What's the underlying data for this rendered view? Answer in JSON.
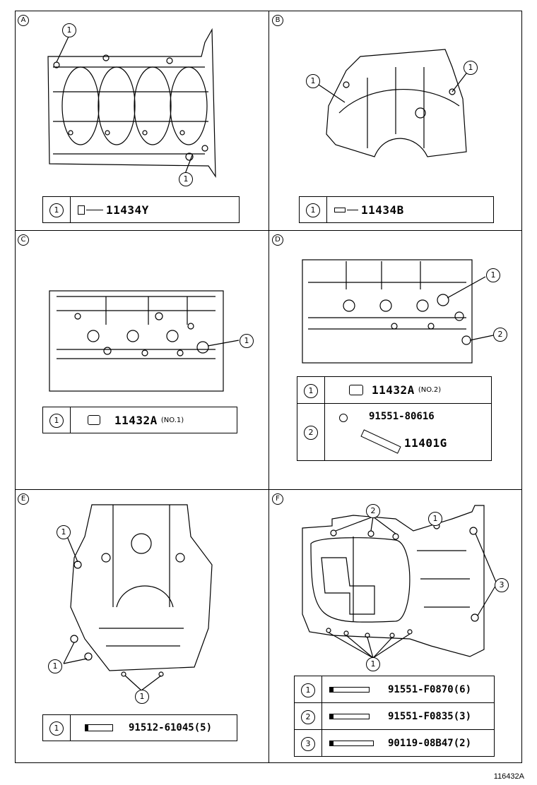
{
  "figure_id": "116432A",
  "panels": [
    {
      "letter": "A",
      "callouts": [
        "1",
        "1"
      ],
      "rows": [
        {
          "num": "1",
          "part": "11434Y",
          "note": ""
        }
      ]
    },
    {
      "letter": "B",
      "callouts": [
        "1",
        "1"
      ],
      "rows": [
        {
          "num": "1",
          "part": "11434B",
          "note": ""
        }
      ]
    },
    {
      "letter": "C",
      "callouts": [
        "1"
      ],
      "rows": [
        {
          "num": "1",
          "part": "11432A",
          "note": "(NO.1)"
        }
      ]
    },
    {
      "letter": "D",
      "callouts": [
        "1",
        "2"
      ],
      "rows": [
        {
          "num": "1",
          "part": "11432A",
          "note": "(NO.2)"
        },
        {
          "num": "2",
          "part": "91551-80616",
          "part2": "11401G",
          "note": ""
        }
      ]
    },
    {
      "letter": "E",
      "callouts": [
        "1",
        "1",
        "1"
      ],
      "rows": [
        {
          "num": "1",
          "part": "91512-61045(5)",
          "note": ""
        }
      ]
    },
    {
      "letter": "F",
      "callouts": [
        "2",
        "1",
        "3",
        "1"
      ],
      "rows": [
        {
          "num": "1",
          "part": "91551-F0870(6)",
          "note": ""
        },
        {
          "num": "2",
          "part": "91551-F0835(3)",
          "note": ""
        },
        {
          "num": "3",
          "part": "90119-08B47(2)",
          "note": ""
        }
      ]
    }
  ]
}
